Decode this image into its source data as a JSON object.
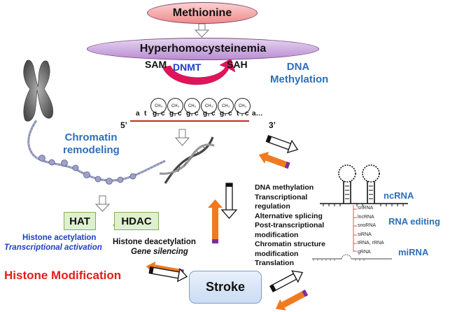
{
  "nodes": {
    "methionine": "Methionine",
    "hyperhomocysteinemia": "Hyperhomocysteinemia",
    "sam": "SAM",
    "dnmt": "DNMT",
    "sah": "SAH",
    "dna_methylation": "DNA Methylation",
    "ch3": "CH₃",
    "five_prime": "5’",
    "three_prime": "3’",
    "sequence": [
      "a",
      "t",
      "g",
      "c",
      "g",
      "c",
      "g",
      "c",
      "g",
      "c",
      "g",
      "c",
      "t",
      "c",
      "a…"
    ],
    "chromatin_remodeling": "Chromatin remodeling",
    "hat": "HAT",
    "hdac": "HDAC",
    "histone_acetylation": "Histone acetylation",
    "transcriptional_activation": "Transcriptional activation",
    "histone_deacetylation": "Histone deacetylation",
    "gene_silencing": "Gene silencing",
    "histone_modification": "Histone Modification",
    "stroke": "Stroke",
    "ncrna": "ncRNA",
    "rna_editing": "RNA editing",
    "mirna": "miRNA"
  },
  "process_list": [
    "DNA methylation",
    "Transcriptional",
    "regulation",
    "Alternative splicing",
    "Post-transcriptional",
    "modification",
    "Chromatin structure",
    "modification",
    "Translation"
  ],
  "ncrna_types": [
    "snRNA",
    "lncRNA",
    "snoRNA",
    "siRNA",
    "tRNA, rRNA",
    "gRNA"
  ],
  "colors": {
    "methionine_fill": "#f4a3a3",
    "hyper_fill": "#c9a6dc",
    "dnmt_arrow": "#e0145a",
    "label_blue": "#2e6fb8",
    "histone_red": "#e51c1c",
    "orange_arrow": "#f07a1f",
    "stroke_box": "#dbe7f8",
    "hat_box": "#dff0cf"
  }
}
